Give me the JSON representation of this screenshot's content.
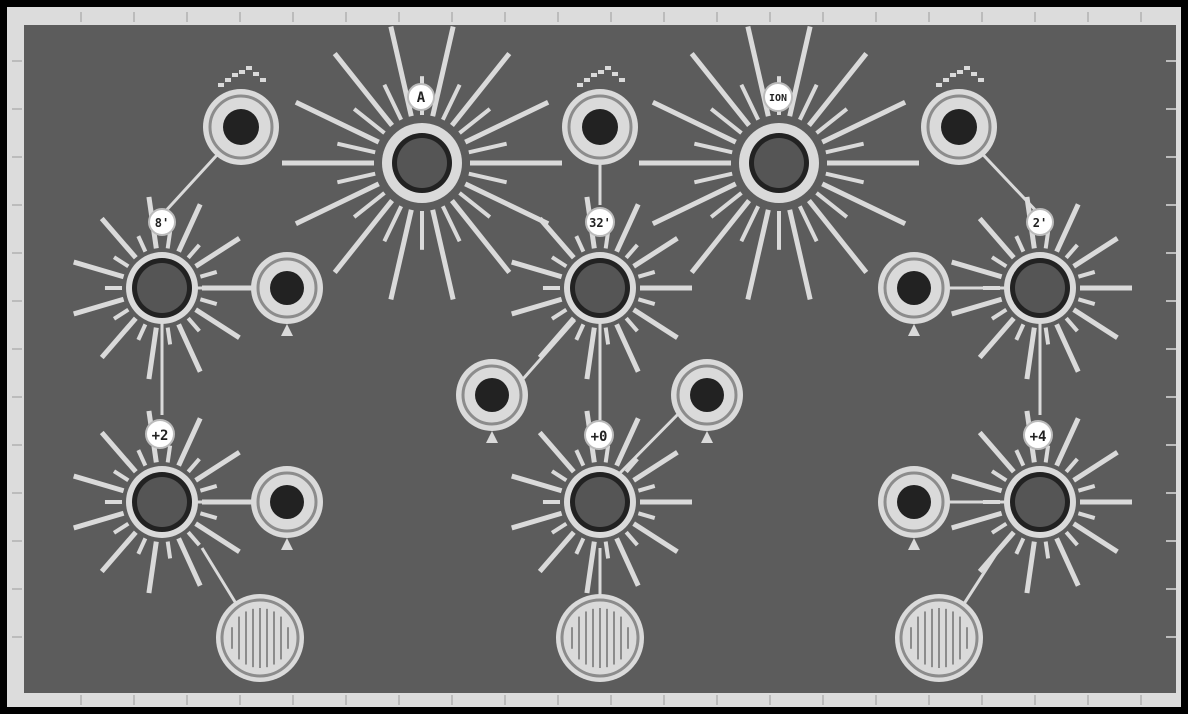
{
  "colors": {
    "frame": "#000000",
    "rim": "#dcdcdc",
    "panel": "#5c5c5c",
    "spoke": "#dadada",
    "knob_cap": "#555555",
    "knob_ring": "#222222",
    "jack_hole": "#222222",
    "badge_fill": "#ffffff"
  },
  "knobs": {
    "top_left": {
      "label": "A"
    },
    "top_right": {
      "label": "ION"
    },
    "left_upper": {
      "label": "8'"
    },
    "center_upper": {
      "label": "32'"
    },
    "right_upper": {
      "label": "2'"
    },
    "left_lower": {
      "label": "+2"
    },
    "center_lower": {
      "label": "+0"
    },
    "right_lower": {
      "label": "+4"
    }
  },
  "icons": {
    "waveform": "staircase-waveform-icon",
    "arrow": "up-triangle-icon",
    "switch": "grille-switch-icon"
  }
}
